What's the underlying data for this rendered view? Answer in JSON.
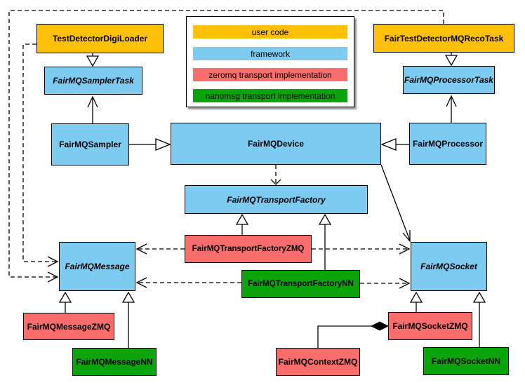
{
  "colors": {
    "user_code": "#FFC107",
    "framework": "#7DCBF0",
    "zeromq": "#F96E6C",
    "nanomsg": "#0BA50B"
  },
  "legend": {
    "items": [
      {
        "label": "user code",
        "category": "user_code"
      },
      {
        "label": "framework",
        "category": "framework"
      },
      {
        "label": "zeromq transport implementation",
        "category": "zeromq"
      },
      {
        "label": "nanomsg transport implementation",
        "category": "nanomsg"
      }
    ]
  },
  "nodes": {
    "testDetectorDigiLoader": {
      "label": "TestDetectorDigiLoader",
      "category": "user_code",
      "abstract": false
    },
    "fairTestDetectorMQRecoTask": {
      "label": "FairTestDetectorMQRecoTask",
      "category": "user_code",
      "abstract": false
    },
    "fairMQSamplerTask": {
      "label": "FairMQSamplerTask",
      "category": "framework",
      "abstract": true
    },
    "fairMQProcessorTask": {
      "label": "FairMQProcessorTask",
      "category": "framework",
      "abstract": true
    },
    "fairMQSampler": {
      "label": "FairMQSampler",
      "category": "framework",
      "abstract": false
    },
    "fairMQDevice": {
      "label": "FairMQDevice",
      "category": "framework",
      "abstract": false
    },
    "fairMQProcessor": {
      "label": "FairMQProcessor",
      "category": "framework",
      "abstract": false
    },
    "fairMQTransportFactory": {
      "label": "FairMQTransportFactory",
      "category": "framework",
      "abstract": true
    },
    "fairMQTransportFactoryZMQ": {
      "label": "FairMQTransportFactoryZMQ",
      "category": "zeromq",
      "abstract": false
    },
    "fairMQTransportFactoryNN": {
      "label": "FairMQTransportFactoryNN",
      "category": "nanomsg",
      "abstract": false
    },
    "fairMQMessage": {
      "label": "FairMQMessage",
      "category": "framework",
      "abstract": true
    },
    "fairMQSocket": {
      "label": "FairMQSocket",
      "category": "framework",
      "abstract": true
    },
    "fairMQMessageZMQ": {
      "label": "FairMQMessageZMQ",
      "category": "zeromq",
      "abstract": false
    },
    "fairMQMessageNN": {
      "label": "FairMQMessageNN",
      "category": "nanomsg",
      "abstract": false
    },
    "fairMQSocketZMQ": {
      "label": "FairMQSocketZMQ",
      "category": "zeromq",
      "abstract": false
    },
    "fairMQSocketNN": {
      "label": "FairMQSocketNN",
      "category": "nanomsg",
      "abstract": false
    },
    "fairMQContextZMQ": {
      "label": "FairMQContextZMQ",
      "category": "zeromq",
      "abstract": false
    }
  }
}
